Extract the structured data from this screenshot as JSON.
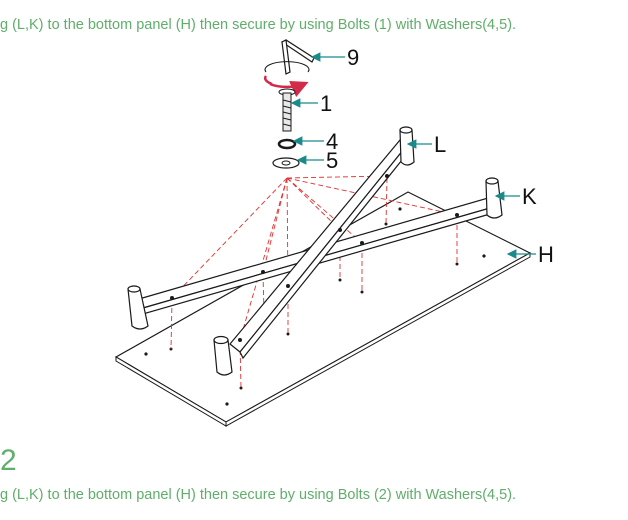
{
  "instructions": {
    "top": "g  (L,K) to the bottom panel (H) then secure by using Bolts (1) with Washers(4,5).",
    "bottom": "g (L,K) to the bottom panel (H) then secure by using Bolts (2) with Washers(4,5)."
  },
  "step": {
    "number": "2"
  },
  "callouts": {
    "allen_key": "9",
    "bolt": "1",
    "spring_washer": "4",
    "flat_washer": "5",
    "leg_frame_l": "L",
    "leg_frame_k": "K",
    "bottom_panel": "H"
  },
  "colors": {
    "instruction_text": "#5fae6a",
    "leader_line": "#1a8a8a",
    "guide_line": "#e03030",
    "rotate_arrow": "#d42a4a",
    "outline": "#1a1a1a"
  }
}
